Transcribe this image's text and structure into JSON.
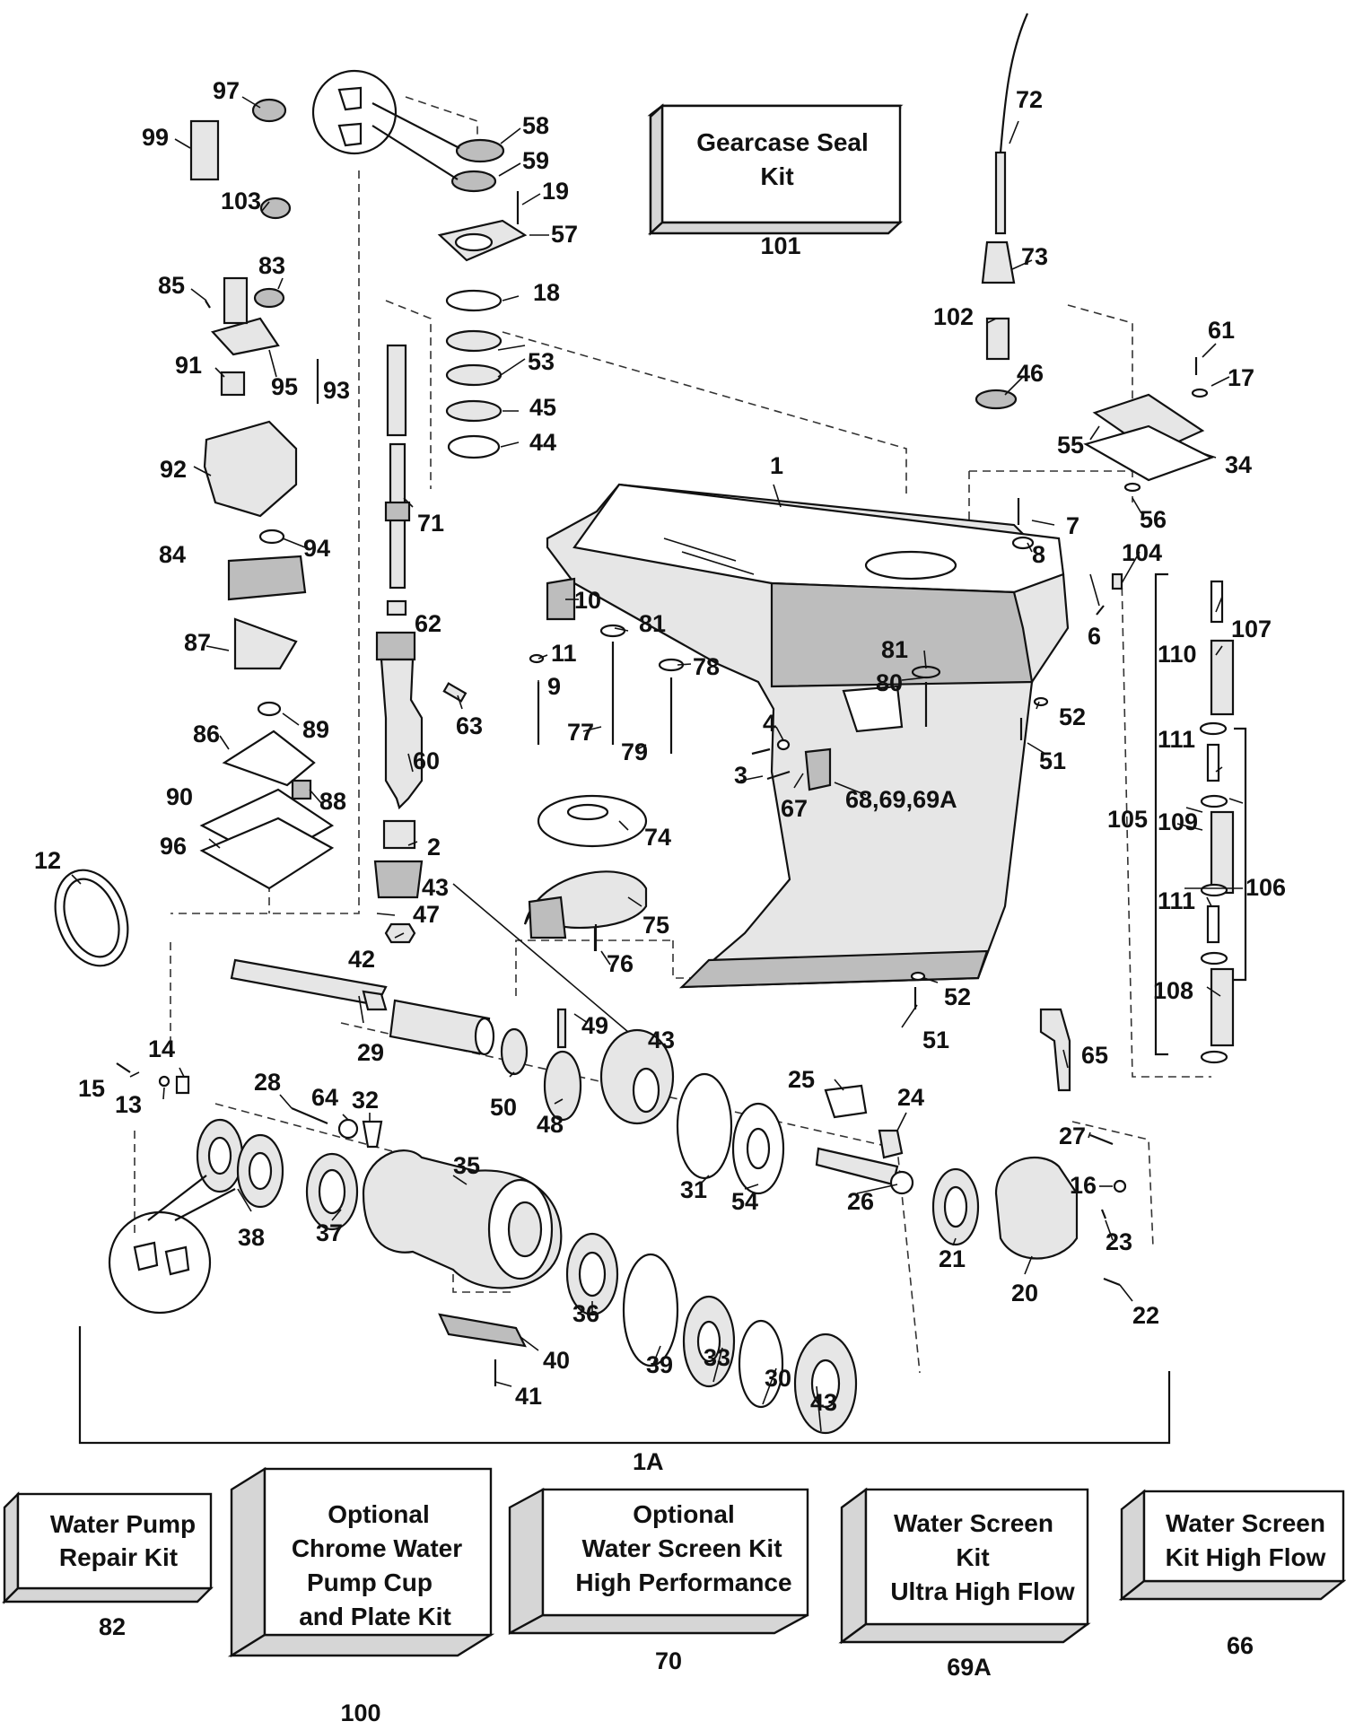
{
  "callouts": [
    {
      "text": "97"
    },
    {
      "text": "99"
    },
    {
      "text": "58"
    },
    {
      "text": "59"
    },
    {
      "text": "19"
    },
    {
      "text": "103"
    },
    {
      "text": "57"
    },
    {
      "text": "72"
    },
    {
      "text": "101"
    },
    {
      "text": "73"
    },
    {
      "text": "85"
    },
    {
      "text": "83"
    },
    {
      "text": "18"
    },
    {
      "text": "102"
    },
    {
      "text": "61"
    },
    {
      "text": "91"
    },
    {
      "text": "95"
    },
    {
      "text": "93"
    },
    {
      "text": "53"
    },
    {
      "text": "46"
    },
    {
      "text": "17"
    },
    {
      "text": "45"
    },
    {
      "text": "44"
    },
    {
      "text": "55"
    },
    {
      "text": "34"
    },
    {
      "text": "92"
    },
    {
      "text": "1"
    },
    {
      "text": "56"
    },
    {
      "text": "71"
    },
    {
      "text": "7"
    },
    {
      "text": "94"
    },
    {
      "text": "8"
    },
    {
      "text": "104"
    },
    {
      "text": "84"
    },
    {
      "text": "10"
    },
    {
      "text": "62"
    },
    {
      "text": "6"
    },
    {
      "text": "107"
    },
    {
      "text": "81"
    },
    {
      "text": "87"
    },
    {
      "text": "11"
    },
    {
      "text": "78"
    },
    {
      "text": "81"
    },
    {
      "text": "110"
    },
    {
      "text": "80"
    },
    {
      "text": "9"
    },
    {
      "text": "63"
    },
    {
      "text": "52"
    },
    {
      "text": "86"
    },
    {
      "text": "89"
    },
    {
      "text": "77"
    },
    {
      "text": "4"
    },
    {
      "text": "79"
    },
    {
      "text": "51"
    },
    {
      "text": "111"
    },
    {
      "text": "60"
    },
    {
      "text": "3"
    },
    {
      "text": "67"
    },
    {
      "text": "68,69,69A"
    },
    {
      "text": "88"
    },
    {
      "text": "90"
    },
    {
      "text": "105"
    },
    {
      "text": "109"
    },
    {
      "text": "74"
    },
    {
      "text": "2"
    },
    {
      "text": "96"
    },
    {
      "text": "12"
    },
    {
      "text": "43"
    },
    {
      "text": "106"
    },
    {
      "text": "47"
    },
    {
      "text": "75"
    },
    {
      "text": "111"
    },
    {
      "text": "42"
    },
    {
      "text": "76"
    },
    {
      "text": "52"
    },
    {
      "text": "108"
    },
    {
      "text": "29"
    },
    {
      "text": "49"
    },
    {
      "text": "51"
    },
    {
      "text": "43"
    },
    {
      "text": "65"
    },
    {
      "text": "14"
    },
    {
      "text": "15"
    },
    {
      "text": "13"
    },
    {
      "text": "28"
    },
    {
      "text": "64"
    },
    {
      "text": "32"
    },
    {
      "text": "50"
    },
    {
      "text": "48"
    },
    {
      "text": "25"
    },
    {
      "text": "24"
    },
    {
      "text": "27"
    },
    {
      "text": "35"
    },
    {
      "text": "16"
    },
    {
      "text": "31"
    },
    {
      "text": "54"
    },
    {
      "text": "26"
    },
    {
      "text": "38"
    },
    {
      "text": "37"
    },
    {
      "text": "23"
    },
    {
      "text": "21"
    },
    {
      "text": "20"
    },
    {
      "text": "36"
    },
    {
      "text": "22"
    },
    {
      "text": "40"
    },
    {
      "text": "39"
    },
    {
      "text": "33"
    },
    {
      "text": "30"
    },
    {
      "text": "41"
    },
    {
      "text": "43"
    },
    {
      "text": "1A"
    }
  ],
  "kits": {
    "gearcase_seal": {
      "lines": [
        "Gearcase Seal",
        "Kit"
      ],
      "number": "101"
    },
    "water_pump_repair": {
      "lines": [
        "Water Pump",
        "Repair Kit"
      ],
      "number": "82"
    },
    "chrome_cup_plate": {
      "lines": [
        "Optional",
        "Chrome Water",
        "Pump Cup",
        "and Plate Kit"
      ],
      "number": "100"
    },
    "screen_high_perf": {
      "lines": [
        "Optional",
        "Water Screen Kit",
        "High Performance"
      ],
      "number": "70"
    },
    "screen_ultra_high_flow": {
      "lines": [
        "Water Screen",
        "Kit",
        "Ultra High Flow"
      ],
      "number": "69A"
    },
    "screen_high_flow": {
      "lines": [
        "Water Screen",
        "Kit High Flow"
      ],
      "number": "66"
    }
  }
}
